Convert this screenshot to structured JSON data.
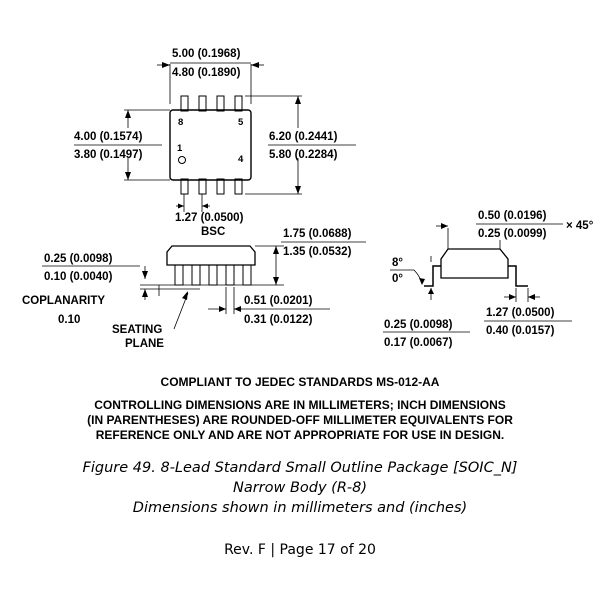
{
  "drawing": {
    "top_view": {
      "len_max": "5.00 (0.1968)",
      "len_min": "4.80 (0.1890)",
      "body_width_max": "4.00 (0.1574)",
      "body_width_min": "3.80 (0.1497)",
      "total_width_max": "6.20 (0.2441)",
      "total_width_min": "5.80 (0.2284)",
      "pitch": "1.27 (0.0500)",
      "pitch_note": "BSC",
      "pin_8": "8",
      "pin_5": "5",
      "pin_1": "1",
      "pin_4": "4"
    },
    "side_view": {
      "standoff_max": "0.25 (0.0098)",
      "standoff_min": "0.10 (0.0040)",
      "height_max": "1.75 (0.0688)",
      "height_min": "1.35 (0.0532)",
      "coplanarity_label": "COPLANARITY",
      "coplanarity_value": "0.10",
      "seating_line1": "SEATING",
      "seating_line2": "PLANE",
      "lead_width_max": "0.51 (0.0201)",
      "lead_width_min": "0.31 (0.0122)"
    },
    "end_view": {
      "chamfer_max": "0.50 (0.0196)",
      "chamfer_min": "0.25 (0.0099)",
      "chamfer_angle": "× 45°",
      "angle_max": "8°",
      "angle_min": "0°",
      "thickness_max": "0.25 (0.0098)",
      "thickness_min": "0.17 (0.0067)",
      "foot_max": "1.27 (0.0500)",
      "foot_min": "0.40 (0.0157)"
    }
  },
  "notes": {
    "compliance": "COMPLIANT TO JEDEC STANDARDS MS-012-AA",
    "line1": "CONTROLLING DIMENSIONS ARE IN MILLIMETERS; INCH DIMENSIONS",
    "line2": "(IN PARENTHESES) ARE ROUNDED-OFF MILLIMETER EQUIVALENTS FOR",
    "line3": "REFERENCE ONLY AND ARE NOT APPROPRIATE FOR USE IN DESIGN."
  },
  "caption": {
    "line1": "Figure 49. 8-Lead Standard Small Outline Package [SOIC_N]",
    "line2": "Narrow Body (R-8)",
    "line3": "Dimensions shown in millimeters and (inches)"
  },
  "footer": "Rev. F | Page 17 of 20"
}
